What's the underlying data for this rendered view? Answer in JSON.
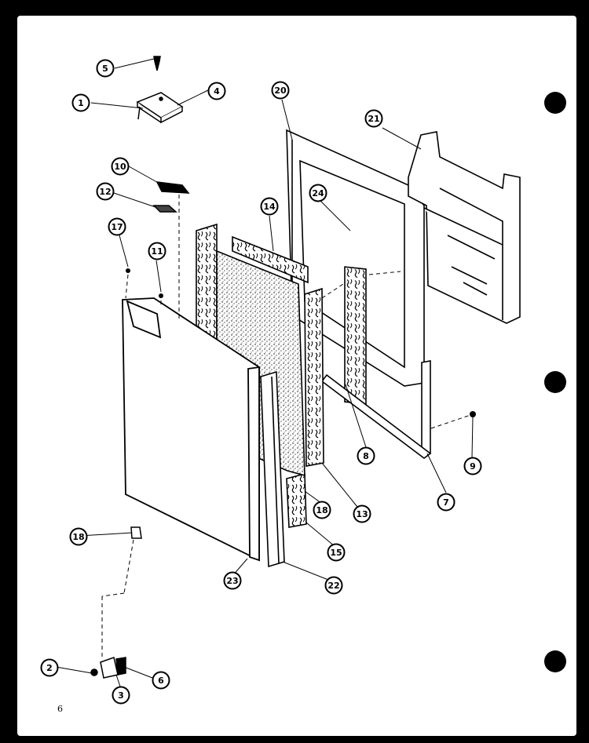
{
  "diagram": {
    "page_number": "6",
    "callouts": [
      {
        "id": "c5",
        "label": "5"
      },
      {
        "id": "c1",
        "label": "1"
      },
      {
        "id": "c4",
        "label": "4"
      },
      {
        "id": "c10",
        "label": "10"
      },
      {
        "id": "c12",
        "label": "12"
      },
      {
        "id": "c17",
        "label": "17"
      },
      {
        "id": "c11",
        "label": "11"
      },
      {
        "id": "c14",
        "label": "14"
      },
      {
        "id": "c20",
        "label": "20"
      },
      {
        "id": "c21",
        "label": "21"
      },
      {
        "id": "c24",
        "label": "24"
      },
      {
        "id": "c8",
        "label": "8"
      },
      {
        "id": "c9",
        "label": "9"
      },
      {
        "id": "c7",
        "label": "7"
      },
      {
        "id": "c13",
        "label": "13"
      },
      {
        "id": "c18a",
        "label": "18"
      },
      {
        "id": "c15",
        "label": "15"
      },
      {
        "id": "c18b",
        "label": "18"
      },
      {
        "id": "c23",
        "label": "23"
      },
      {
        "id": "c22",
        "label": "22"
      },
      {
        "id": "c2",
        "label": "2"
      },
      {
        "id": "c3",
        "label": "3"
      },
      {
        "id": "c6",
        "label": "6"
      }
    ]
  }
}
